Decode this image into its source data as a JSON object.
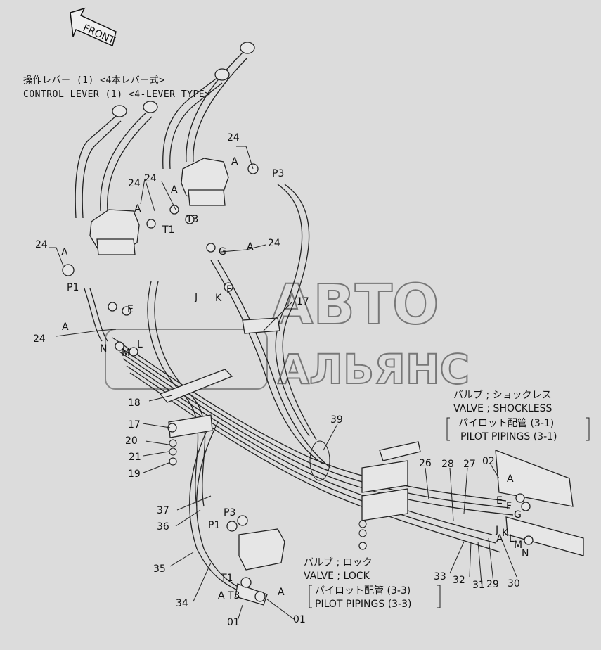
{
  "front_label": "FRONT",
  "watermark": {
    "line1": "АВТО",
    "line2": "АЛЬЯНС"
  },
  "header": {
    "jp": "操作レバー (1) <4本レバー式>",
    "en": "CONTROL LEVER (1) <4-LEVER TYPE>"
  },
  "notes": {
    "shockless": {
      "jp1": "バルブ ; ショックレス",
      "en1": "VALVE ; SHOCKLESS",
      "jp2": "パイロット配管 (3-1)",
      "en2": "PILOT PIPINGS (3-1)"
    },
    "lock": {
      "jp1": "バルブ ; ロック",
      "en1": "VALVE ; LOCK",
      "jp2": "パイロット配管 (3-3)",
      "en2": "PILOT PIPINGS (3-3)"
    }
  },
  "callouts": {
    "c24a": "24",
    "c24b": "24",
    "c24c": "24",
    "c24d": "24",
    "c24e": "24",
    "c24f": "24",
    "c17a": "17",
    "c17b": "17",
    "c18": "18",
    "c19": "19",
    "c20": "20",
    "c21": "21",
    "c39": "39",
    "c26": "26",
    "c28": "28",
    "c27": "27",
    "c02": "02",
    "c37": "37",
    "c36": "36",
    "c35": "35",
    "c34": "34",
    "c33": "33",
    "c32": "32",
    "c31": "31",
    "c29": "29",
    "c30": "30",
    "c01a": "01",
    "c01b": "01"
  },
  "ports": {
    "p3a": "P3",
    "p3b": "P3",
    "p1a": "P1",
    "p1b": "P1",
    "t1a": "T1",
    "t1b": "T1",
    "t3a": "T3",
    "t3b": "T3",
    "a1": "A",
    "a2": "A",
    "a3": "A",
    "a4": "A",
    "a5": "A",
    "a6": "A",
    "a7": "A",
    "a8": "A",
    "a9": "A",
    "a10": "A",
    "e1": "E",
    "e2": "E",
    "f1": "F",
    "f2": "F",
    "g1": "G",
    "g2": "G",
    "j1": "J",
    "j2": "J",
    "k1": "K",
    "k2": "K",
    "l1": "L",
    "l2": "L",
    "m1": "M",
    "m2": "M",
    "n1": "N",
    "n2": "N"
  }
}
